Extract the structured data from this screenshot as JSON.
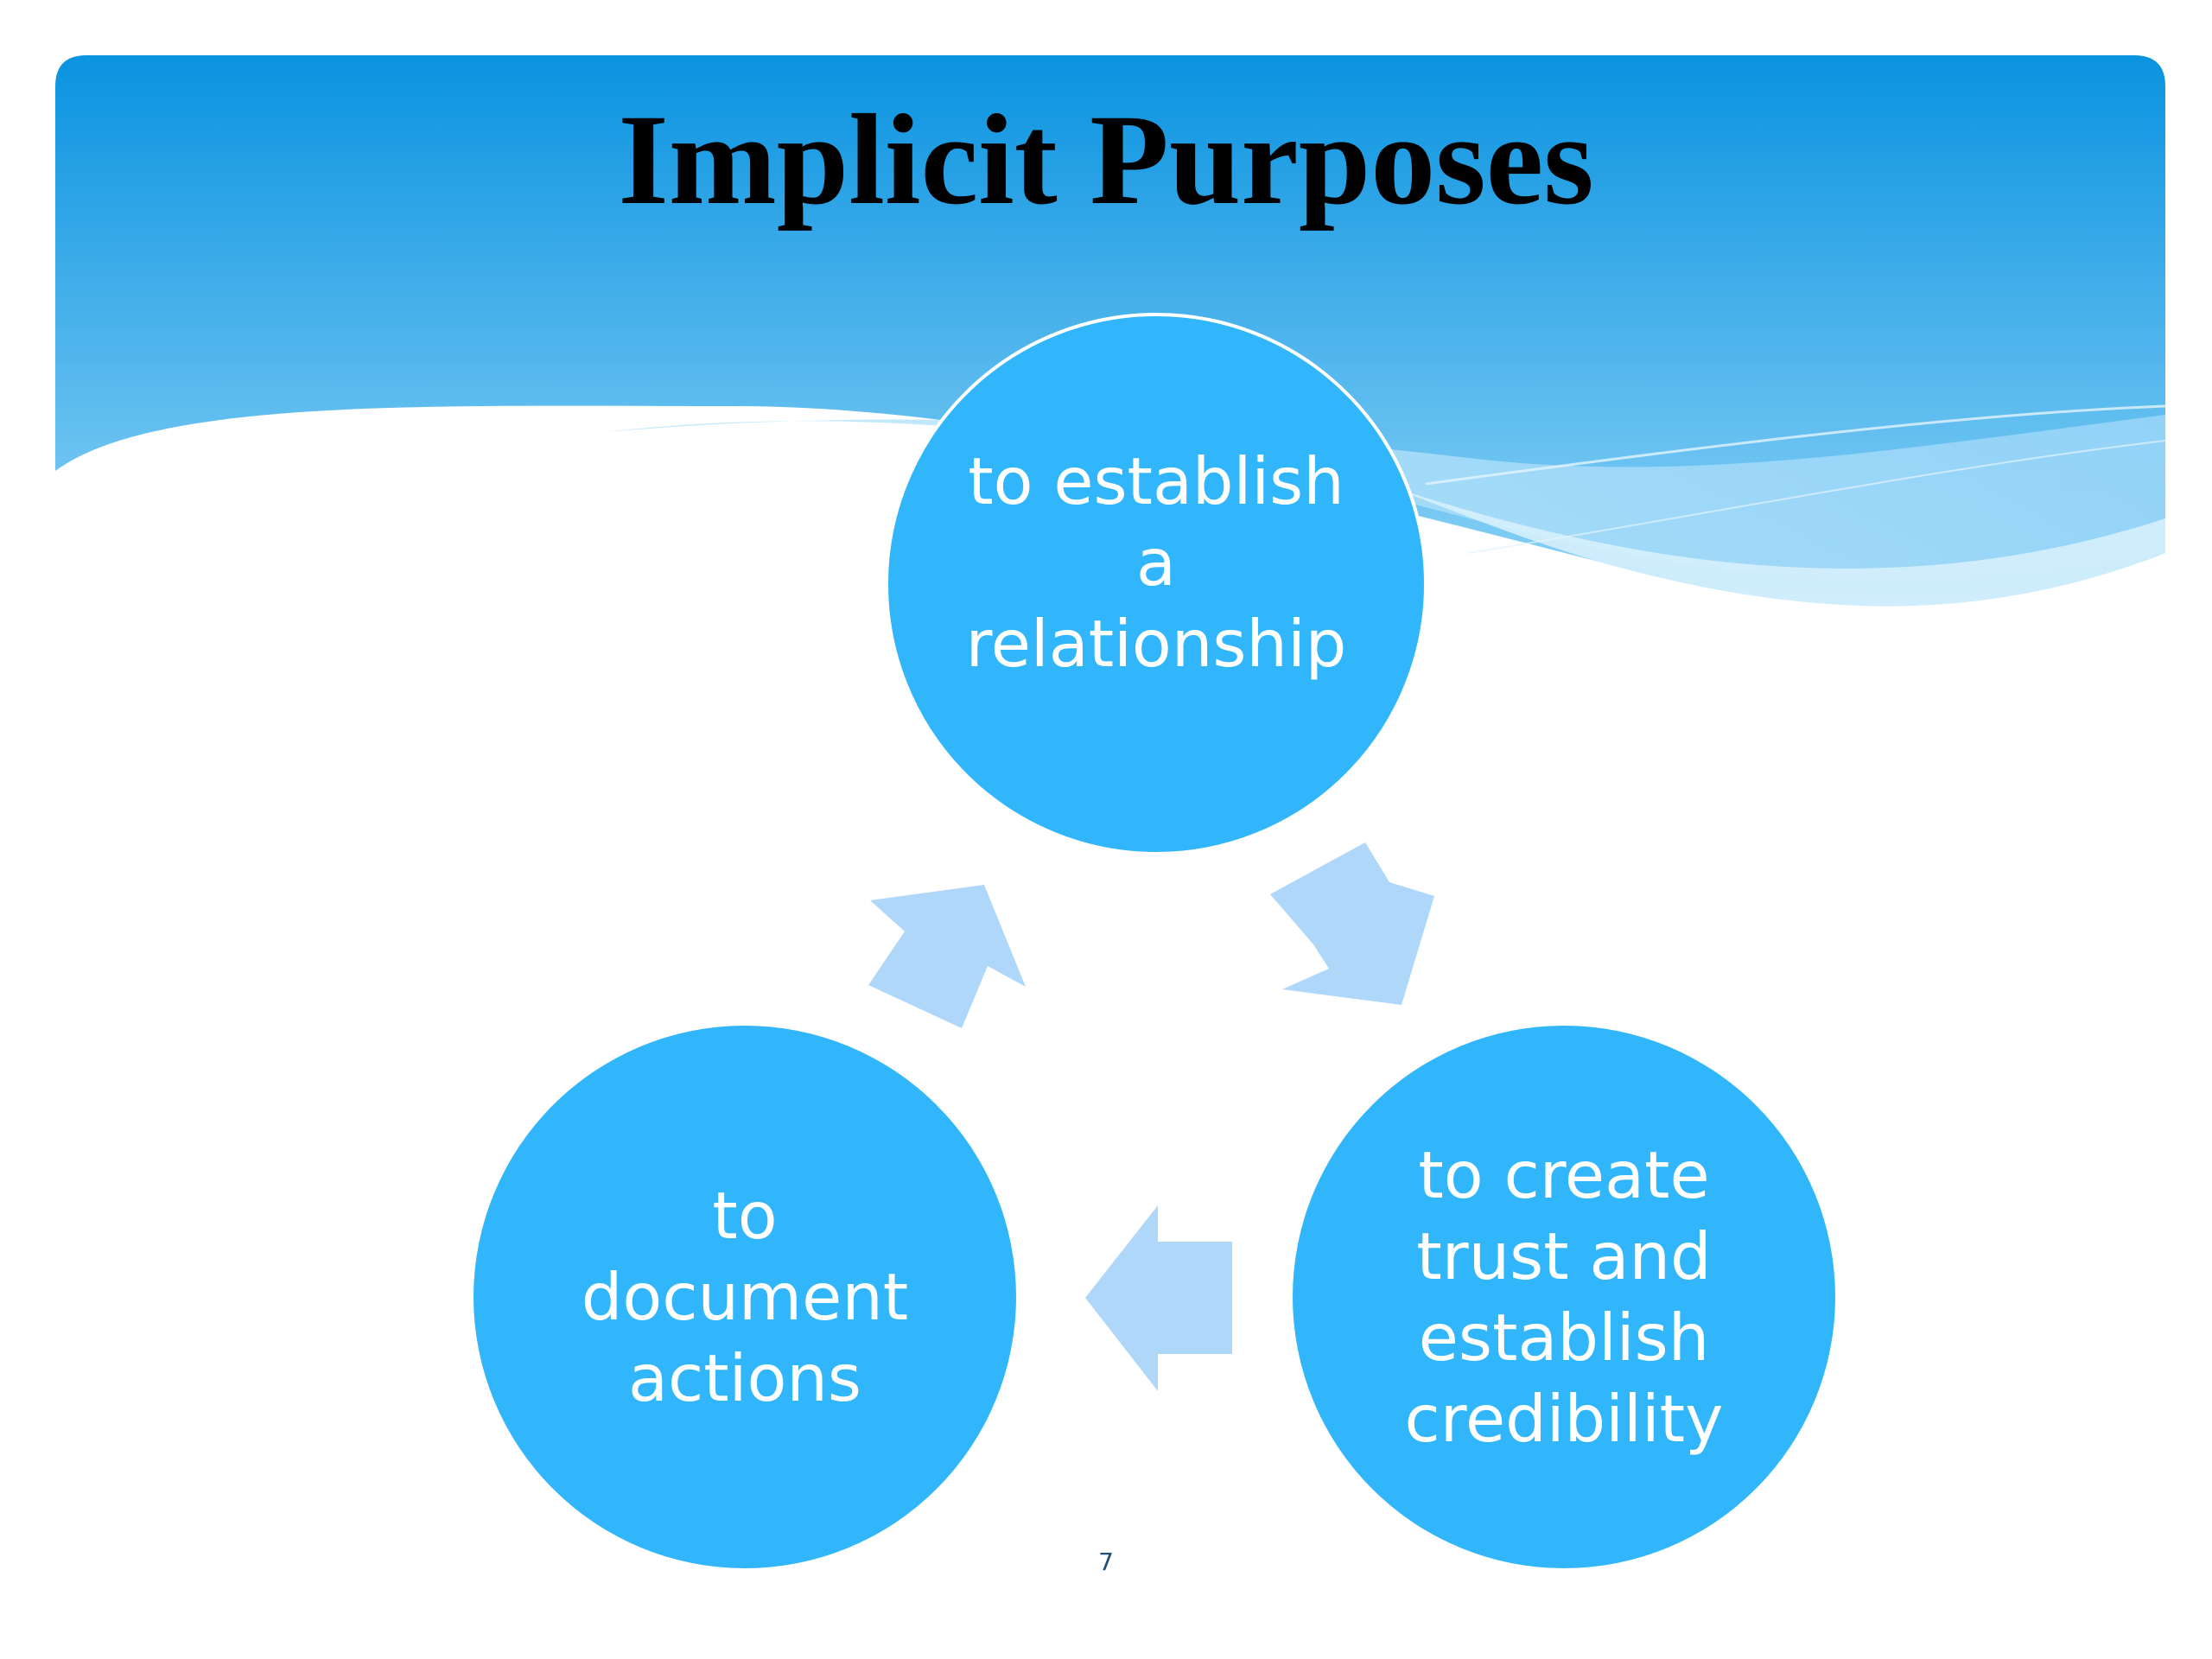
{
  "slide": {
    "title": "Implicit Purposes",
    "page_number": "7"
  },
  "diagram": {
    "type": "cycle",
    "nodes": [
      {
        "id": "top",
        "label": "to establish\na\nrelationship"
      },
      {
        "id": "right",
        "label": "to create\ntrust and\nestablish\ncredibility"
      },
      {
        "id": "left",
        "label": "to\ndocument\nactions"
      }
    ],
    "arrows": [
      {
        "from": "top",
        "to": "right"
      },
      {
        "from": "right",
        "to": "left"
      },
      {
        "from": "left",
        "to": "top"
      }
    ]
  },
  "colors": {
    "header_blue_top": "#0a93e0",
    "header_blue_bottom": "#8dd3f7",
    "node_fill": "#31b6fb",
    "arrow_fill": "#aed7fa",
    "title_text": "#000000",
    "node_text": "#ffffff",
    "page_number_text": "#1f4e79"
  }
}
